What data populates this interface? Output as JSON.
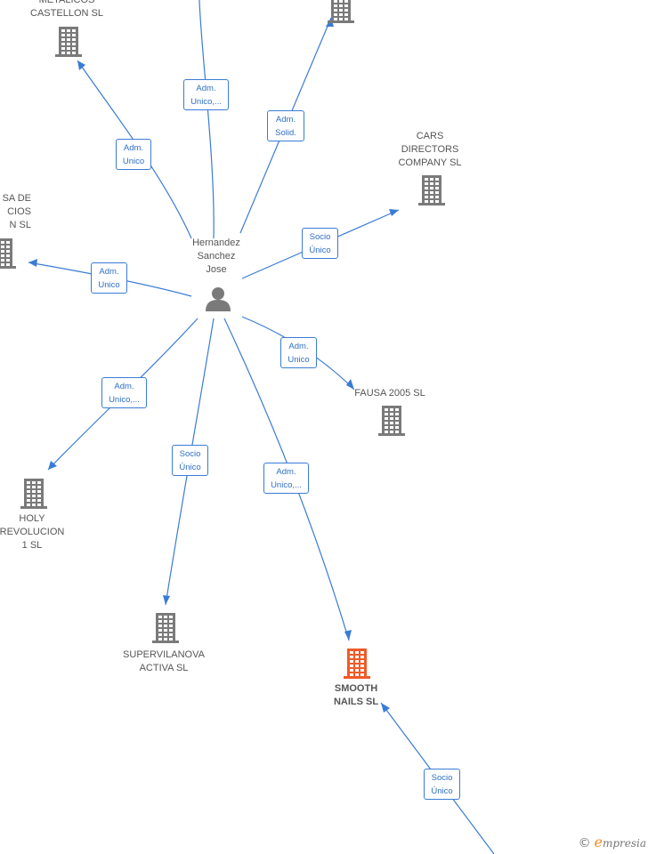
{
  "colors": {
    "edge": "#3a7bd5",
    "building": "#7a7a7a",
    "building_highlight": "#f05a28",
    "person": "#7a7a7a"
  },
  "center": {
    "name": "Hernandez\nSanchez\nJose",
    "icon": "person-icon"
  },
  "companies": [
    {
      "id": "metalicos",
      "name": "METALICOS\nCASTELLON SL",
      "highlight": false
    },
    {
      "id": "top_right",
      "name": "",
      "highlight": false
    },
    {
      "id": "cars",
      "name": "CARS\nDIRECTORS\nCOMPANY  SL",
      "highlight": false
    },
    {
      "id": "left",
      "name": "SA DE\nCIOS\nN SL",
      "highlight": false
    },
    {
      "id": "fausa",
      "name": "FAUSA 2005  SL",
      "highlight": false
    },
    {
      "id": "holy",
      "name": "HOLY\nREVOLUCION\n1  SL",
      "highlight": false
    },
    {
      "id": "supervilanova",
      "name": "SUPERVILANOVA\nACTIVA SL",
      "highlight": false
    },
    {
      "id": "smooth",
      "name": "SMOOTH\nNAILS  SL",
      "highlight": true
    }
  ],
  "relations": [
    {
      "label": "Adm.\nUnico,..."
    },
    {
      "label": "Adm.\nSolid."
    },
    {
      "label": "Adm.\nUnico"
    },
    {
      "label": "Socio\nÚnico"
    },
    {
      "label": "Adm.\nUnico"
    },
    {
      "label": "Adm.\nUnico"
    },
    {
      "label": "Adm.\nUnico,..."
    },
    {
      "label": "Socio\nÚnico"
    },
    {
      "label": "Adm.\nUnico,..."
    },
    {
      "label": "Socio\nÚnico"
    }
  ],
  "brand": {
    "copyright": "©",
    "initial": "e",
    "name": "mpresia"
  }
}
